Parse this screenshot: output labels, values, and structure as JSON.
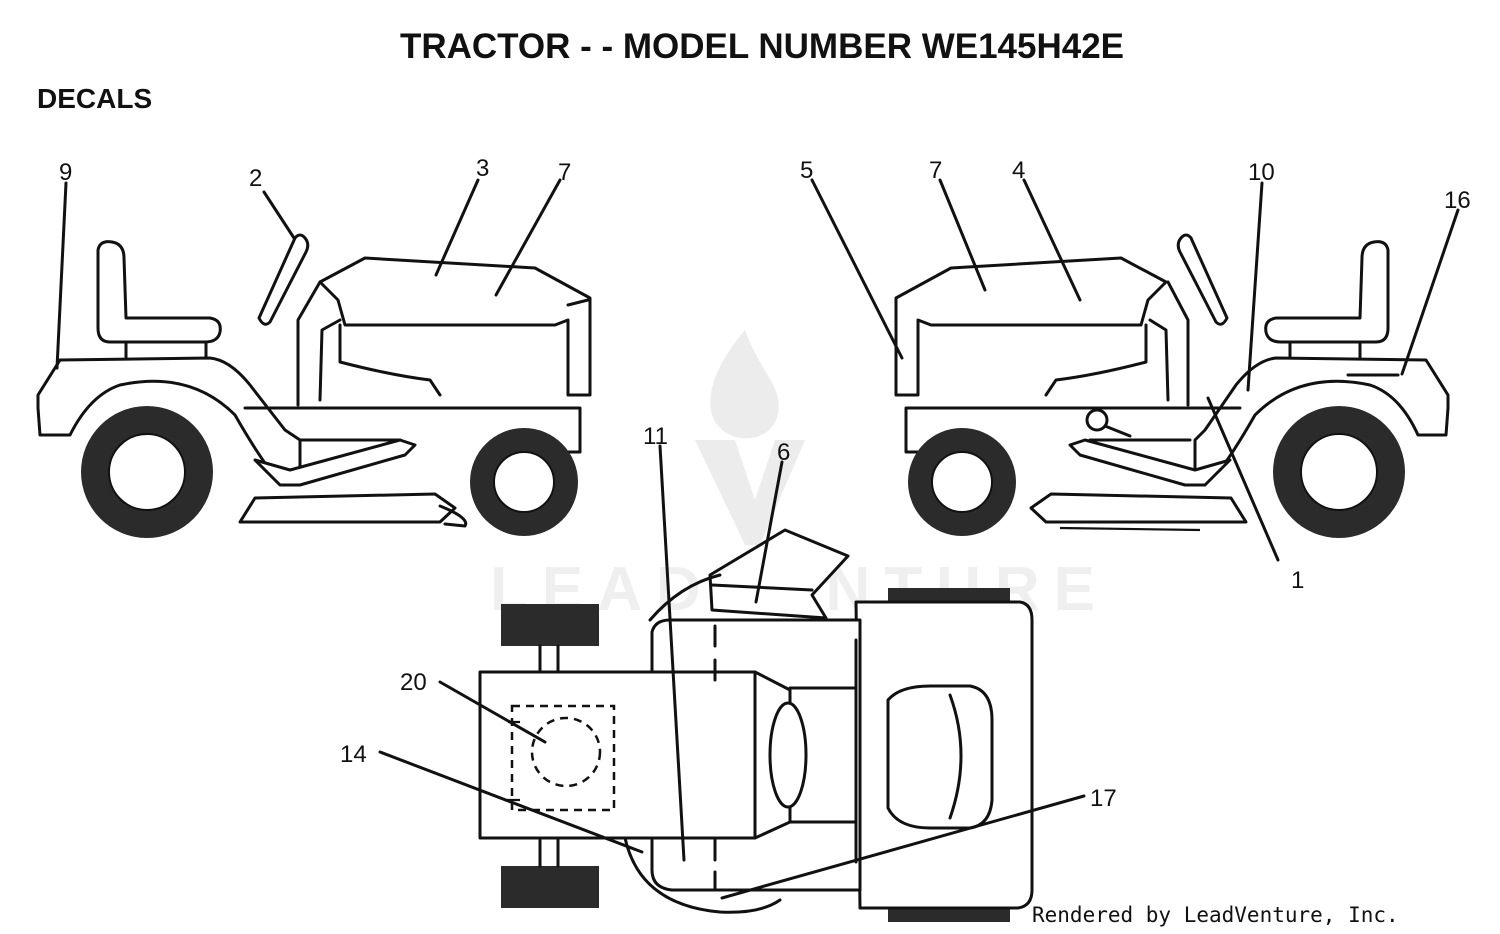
{
  "title": "TRACTOR - - MODEL NUMBER WE145H42E",
  "section": "DECALS",
  "callouts": [
    {
      "id": "c9",
      "label": "9"
    },
    {
      "id": "c2",
      "label": "2"
    },
    {
      "id": "c3",
      "label": "3"
    },
    {
      "id": "c7a",
      "label": "7"
    },
    {
      "id": "c5",
      "label": "5"
    },
    {
      "id": "c7b",
      "label": "7"
    },
    {
      "id": "c4",
      "label": "4"
    },
    {
      "id": "c10",
      "label": "10"
    },
    {
      "id": "c16",
      "label": "16"
    },
    {
      "id": "c1",
      "label": "1"
    },
    {
      "id": "c11",
      "label": "11"
    },
    {
      "id": "c6",
      "label": "6"
    },
    {
      "id": "c20",
      "label": "20"
    },
    {
      "id": "c14",
      "label": "14"
    },
    {
      "id": "c17",
      "label": "17"
    }
  ],
  "watermark": "LEADVENTURE",
  "footer": "Rendered by LeadVenture, Inc."
}
